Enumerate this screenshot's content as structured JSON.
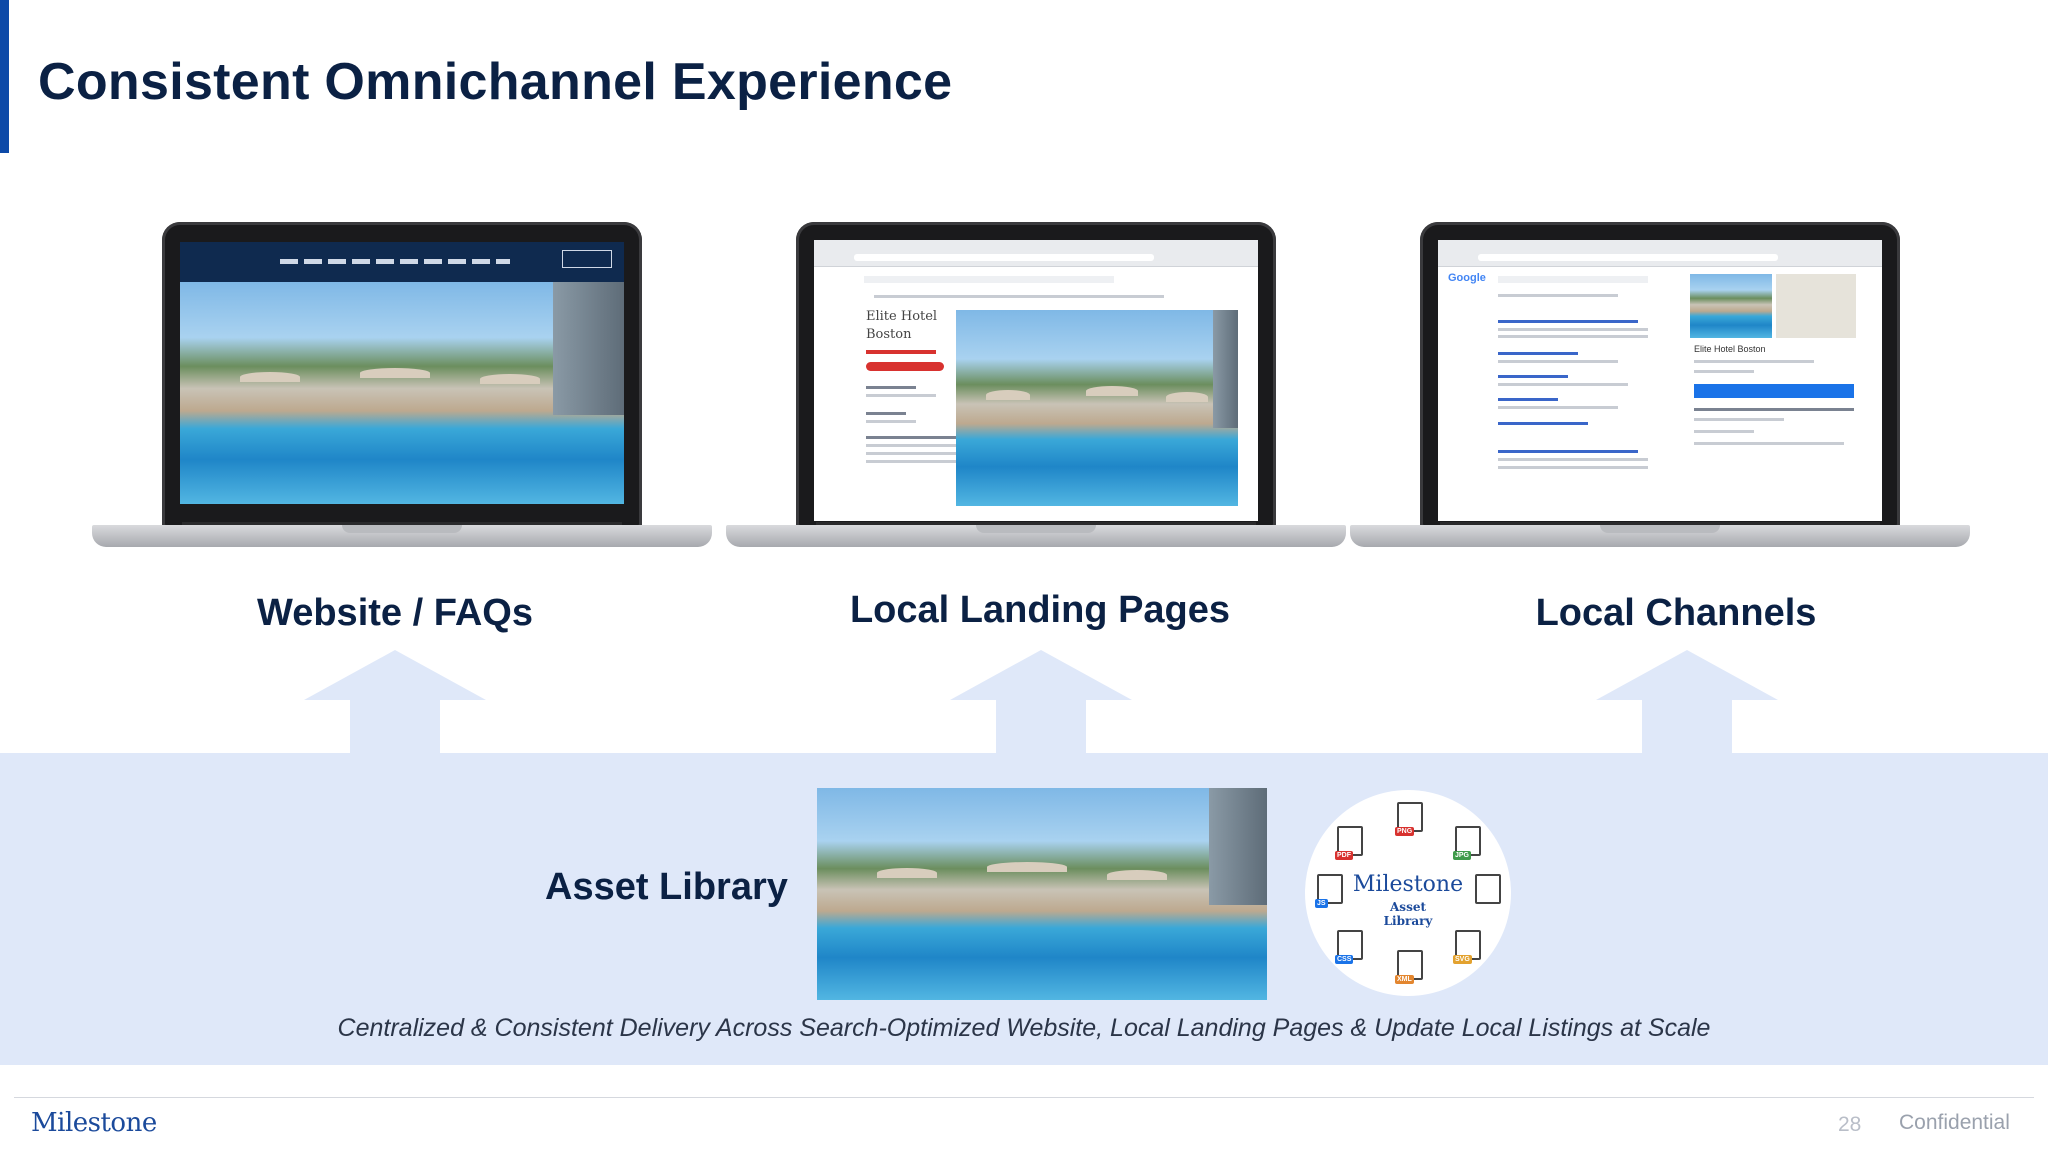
{
  "slide": {
    "title": "Consistent Omnichannel Experience",
    "accent_color": "#0d4aa8",
    "title_color": "#0b2144",
    "band_color": "#dfe8f9"
  },
  "channels": [
    {
      "label": "Website / FAQs",
      "icon": "laptop-website-screenshot"
    },
    {
      "label": "Local Landing Pages",
      "icon": "laptop-landing-page-screenshot"
    },
    {
      "label": "Local Channels",
      "icon": "laptop-google-search-screenshot"
    }
  ],
  "landing_page": {
    "hotel_name_line1": "Elite Hotel",
    "hotel_name_line2": "Boston"
  },
  "local_channel": {
    "search_brand": "Google",
    "hotel_name": "Elite Hotel Boston"
  },
  "asset_library": {
    "label": "Asset Library",
    "brand": "Milestone",
    "brand_sub_line1": "Asset",
    "brand_sub_line2": "Library",
    "file_types": [
      "PDF",
      "PNG",
      "JPG",
      "JS",
      "CSS",
      "XML",
      "SVG"
    ]
  },
  "tagline": "Centralized & Consistent Delivery Across Search-Optimized Website, Local Landing Pages & Update Local Listings at Scale",
  "footer": {
    "logo": "Milestone",
    "page_number": "28",
    "confidential": "Confidential"
  }
}
